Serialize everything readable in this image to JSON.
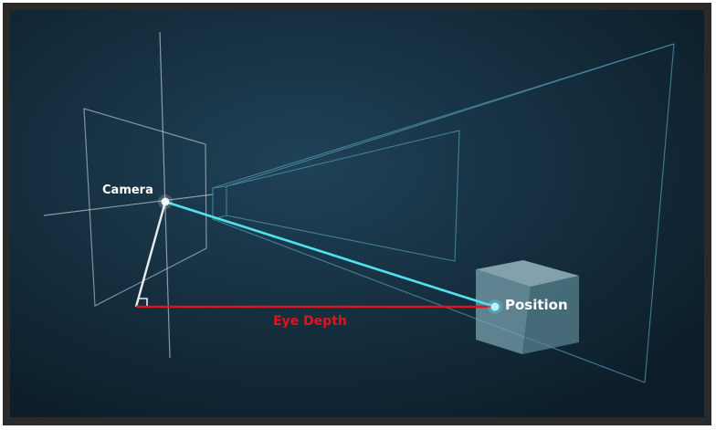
{
  "labels": {
    "camera": "Camera",
    "position": "Position",
    "eye_depth": "Eye Depth"
  },
  "colors": {
    "background_outer": "#0b1a26",
    "background_inner": "#1b3a4f",
    "border": "#2e2e2e",
    "frustum": "#4a8ca3",
    "near_plane": "#c9d6dc",
    "camera_to_position": "#4fe3ef",
    "eye_depth_line": "#e0141c",
    "eye_depth_text": "#e0141c",
    "label_text": "#ffffff",
    "cube_front": "#7fa8b5",
    "cube_top": "#a8c8d2",
    "cube_side": "#5d8794"
  }
}
